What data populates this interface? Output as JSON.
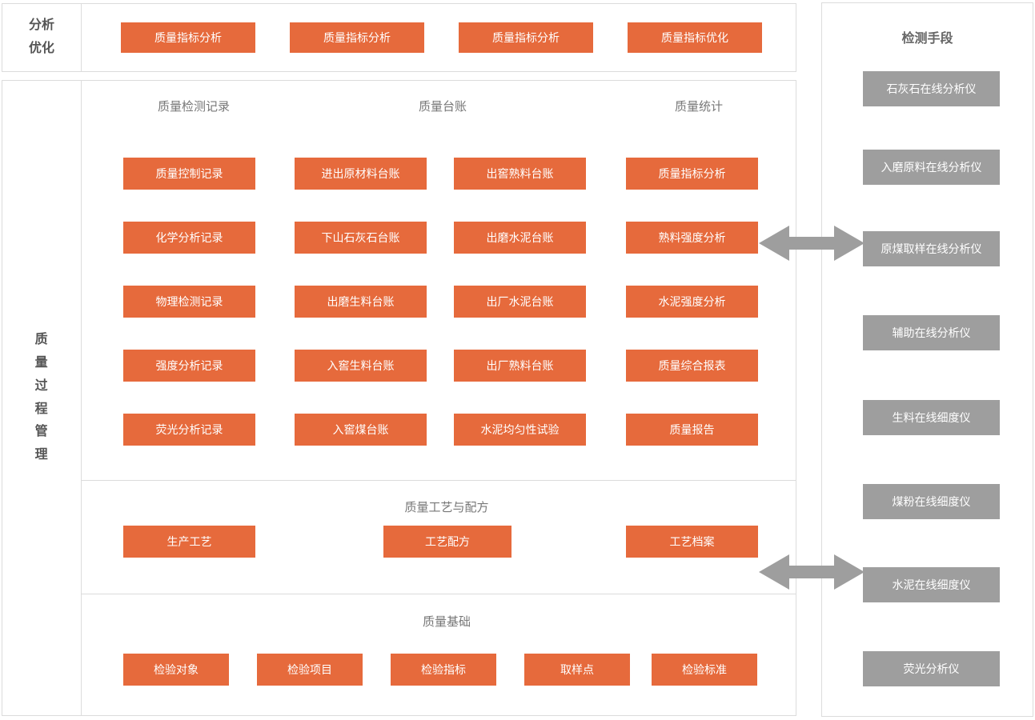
{
  "palette": {
    "accent_orange": "#e66a3c",
    "device_gray": "#9e9e9e",
    "border_gray": "#dcdcdc",
    "header_text": "#777777",
    "label_text": "#555555"
  },
  "analysis_section": {
    "label": "分析优化",
    "buttons": [
      "质量指标分析",
      "质量指标分析",
      "质量指标分析",
      "质量指标优化"
    ]
  },
  "process_section": {
    "label": "质量过程管理",
    "records": {
      "header_inspection": "质量检测记录",
      "header_ledger": "质量台账",
      "header_statistics": "质量统计",
      "inspection_items": [
        "质量控制记录",
        "化学分析记录",
        "物理检测记录",
        "强度分析记录",
        "荧光分析记录"
      ],
      "ledger_col1_items": [
        "进出原材料台账",
        "下山石灰石台账",
        "出磨生料台账",
        "入窖生料台账",
        "入窖煤台账"
      ],
      "ledger_col2_items": [
        "出窖熟料台账",
        "出磨水泥台账",
        "出厂水泥台账",
        "出厂熟料台账",
        "水泥均匀性试验"
      ],
      "statistics_items": [
        "质量指标分析",
        "熟料强度分析",
        "水泥强度分析",
        "质量综合报表",
        "质量报告"
      ]
    },
    "craft": {
      "header": "质量工艺与配方",
      "buttons": [
        "生产工艺",
        "工艺配方",
        "工艺档案"
      ]
    },
    "basic": {
      "header": "质量基础",
      "buttons": [
        "检验对象",
        "检验项目",
        "检验指标",
        "取样点",
        "检验标准"
      ]
    }
  },
  "detection_section": {
    "title": "检测手段",
    "devices": [
      "石灰石在线分析仪",
      "入磨原料在线分析仪",
      "原煤取样在线分析仪",
      "辅助在线分析仪",
      "生料在线细度仪",
      "煤粉在线细度仪",
      "水泥在线细度仪",
      "荧光分析仪"
    ]
  }
}
